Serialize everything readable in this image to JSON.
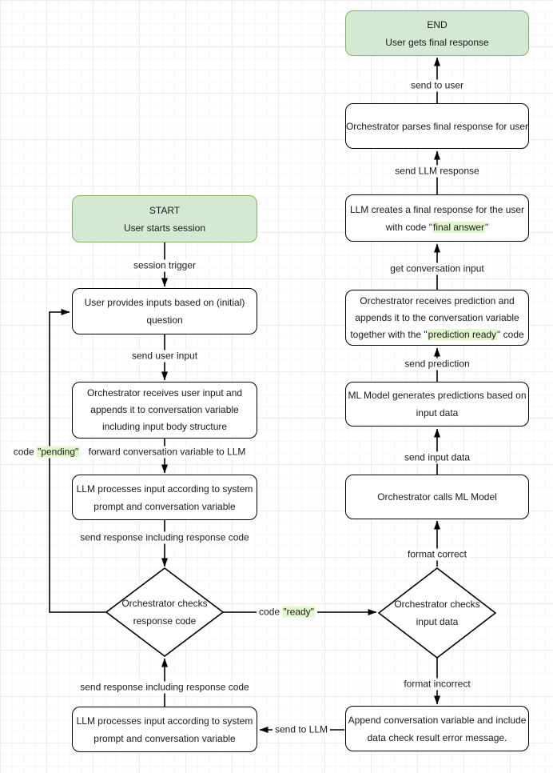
{
  "diagram": {
    "colors": {
      "terminal_fill": "#d5e8d4",
      "terminal_border": "#82b366",
      "highlight": "#e3f7cd",
      "edge_stroke": "#000000"
    },
    "nodes": {
      "start": {
        "line1": "START",
        "line2": "User starts session"
      },
      "end": {
        "line1": "END",
        "line2": "User gets final response"
      },
      "user_inputs": {
        "line1": "User provides inputs based on (initial)",
        "line2": "question"
      },
      "orch_receives_input": {
        "line1": "Orchestrator receives user input and",
        "line2": "appends it to conversation variable",
        "line3": "including input body structure"
      },
      "llm_processes_top": {
        "line1": "LLM processes input according to system",
        "line2": "prompt and conversation variable"
      },
      "check_response": {
        "line1": "Orchestrator checks",
        "line2": "response code"
      },
      "llm_processes_bottom": {
        "line1": "LLM processes input according to system",
        "line2": "prompt and conversation variable"
      },
      "append_error": {
        "line1": "Append conversation variable and include",
        "line2": "data check result error message."
      },
      "check_input": {
        "line1": "Orchestrator checks",
        "line2": "input data"
      },
      "orch_calls_ml": {
        "line1": "Orchestrator calls ML Model"
      },
      "ml_generates": {
        "line1": "ML Model generates predictions based on",
        "line2": "input data"
      },
      "orch_receives_pred": {
        "line1": "Orchestrator receives prediction and",
        "line2": "appends it to the conversation variable",
        "line3_pre": "together with the \"",
        "line3_hl": "prediction ready",
        "line3_post": "\" code"
      },
      "llm_final": {
        "line1": "LLM creates a final response for the user",
        "line2_pre": "with code \"",
        "line2_hl": "final answer",
        "line2_post": "\""
      },
      "orch_parses": {
        "line1": "Orchestrator parses final response for user"
      }
    },
    "edge_labels": {
      "session_trigger": "session trigger",
      "send_user_input": "send user input",
      "forward_conv": "forward conversation variable to LLM",
      "send_response_top": "send response including response code",
      "code_pending_pre": "code ",
      "code_pending_hl": "\"pending\"",
      "code_ready_pre": "code ",
      "code_ready_hl": "\"ready\"",
      "send_response_bottom": "send response including response code",
      "send_to_llm": "send to LLM",
      "format_incorrect": "format incorrect",
      "format_correct": "format correct",
      "send_input_data": "send input data",
      "send_prediction": "send prediction",
      "get_conversation_input": "get conversation input",
      "send_llm_response": "send LLM response",
      "send_to_user": "send to user"
    }
  }
}
